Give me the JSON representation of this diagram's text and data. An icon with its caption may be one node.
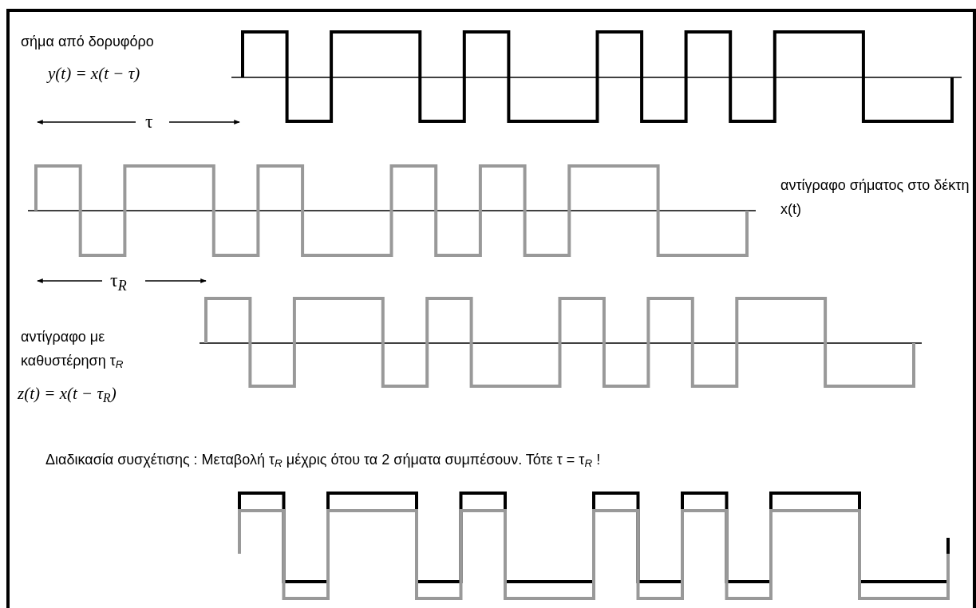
{
  "diagram": {
    "labels": [
      "σήμα από δορυφόρο",
      "y(t) = x(t − τ)",
      "τ",
      "αντίγραφο σήματος στο δέκτη x(t)",
      "τ$_{R}$",
      "αντίγραφο με καθυστέρηση τ$_{R}$",
      "z(t) = x(t − τ$_{R}$)",
      "Διαδικασία συσχέτισης : Μεταβολή τ$_{R}$ μέχρις ότου τα 2 σήματα συμπέσουν. Τότε  τ = τ$_{R}$ !"
    ]
  }
}
